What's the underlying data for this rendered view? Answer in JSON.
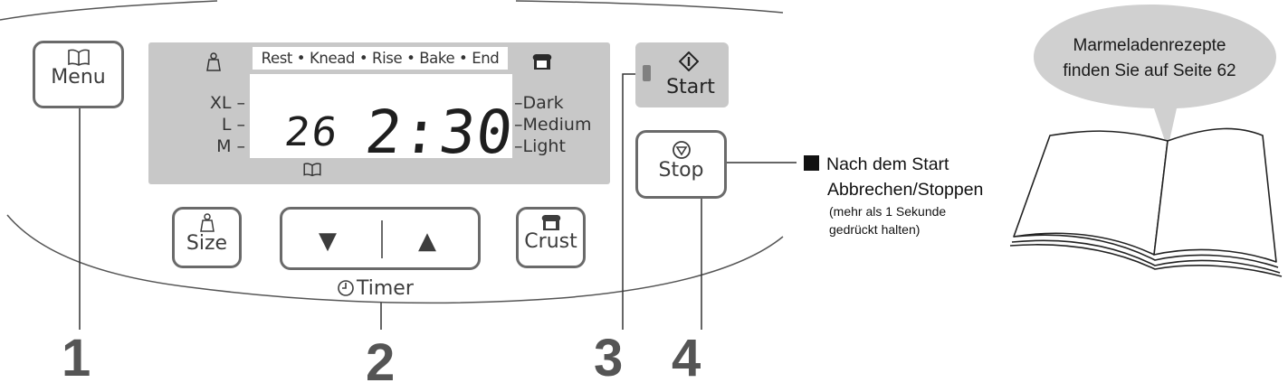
{
  "panel": {
    "menu_button": {
      "label": "Menu",
      "icon": "book-icon"
    },
    "lcd": {
      "program_stages": "Rest • Knead • Rise • Bake • End",
      "size_levels": [
        "XL –",
        "L –",
        "M –"
      ],
      "crust_levels": [
        "–Dark",
        "–Medium",
        "–Light"
      ],
      "program_number": "26",
      "time": "2:30",
      "size_icon": "weight-icon",
      "crust_icon": "bread-icon",
      "menu_icon": "book-icon"
    },
    "start_button": {
      "label": "Start",
      "icon": "start-diamond-icon"
    },
    "stop_button": {
      "label": "Stop",
      "icon": "stop-circle-icon"
    },
    "size_button": {
      "label": "Size",
      "icon": "weight-icon"
    },
    "crust_button": {
      "label": "Crust",
      "icon": "bread-icon"
    },
    "timer_buttons": {
      "down": "▼",
      "up": "▲",
      "label": "Timer",
      "icon": "clock-icon"
    }
  },
  "callouts": [
    "1",
    "2",
    "3",
    "4"
  ],
  "stop_note": {
    "title_line1": "Nach dem Start",
    "title_line2": "Abbrechen/Stoppen",
    "detail_line1": "(mehr als 1 Sekunde",
    "detail_line2": "gedrückt halten)"
  },
  "recipe_hint": {
    "line1": "Marmeladenrezepte",
    "line2": "finden Sie auf Seite 62",
    "icon": "open-book-illustration"
  },
  "colors": {
    "lcd_background": "#c8c8c8",
    "button_border": "#6a6a6a",
    "speech_bubble": "#d0d0d0",
    "callout_number": "#555555"
  }
}
